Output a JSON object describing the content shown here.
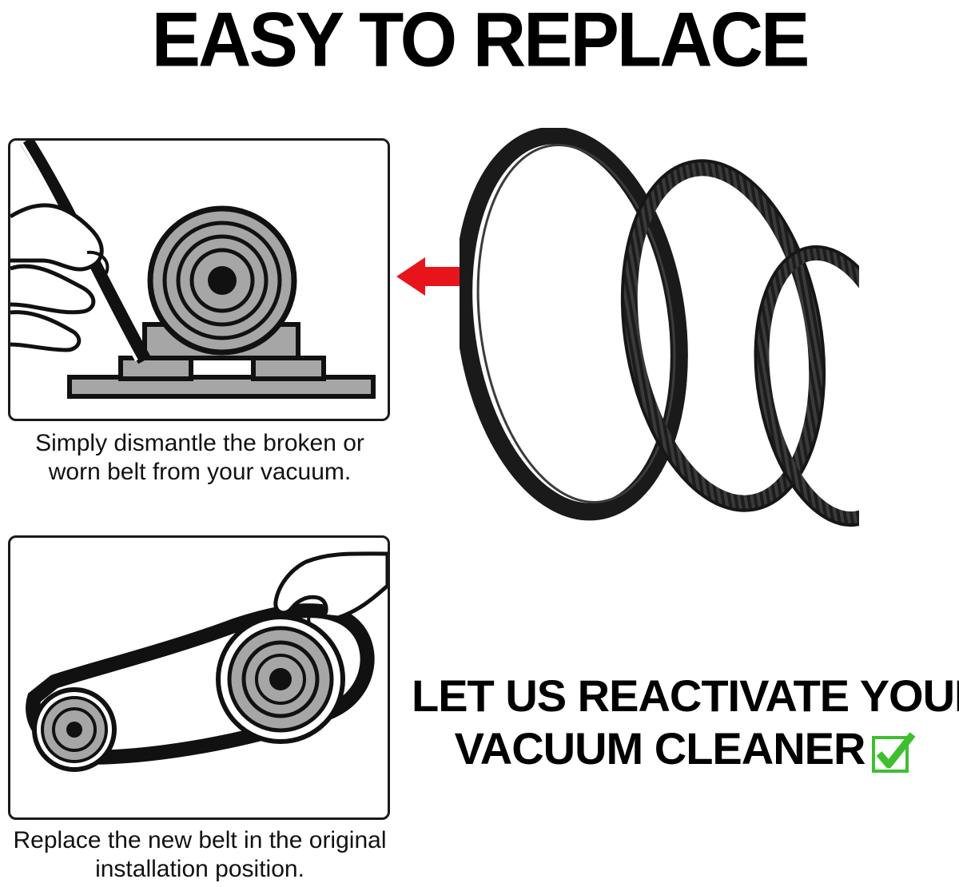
{
  "header": {
    "title": "EASY TO REPLACE"
  },
  "steps": [
    {
      "line1": "Simply dismantle the broken or",
      "line2": "worn belt from your vacuum."
    },
    {
      "line1": "Replace the new belt in the original",
      "line2": "installation position."
    }
  ],
  "slogan": {
    "line1": "LET US REACTIVATE YOUR",
    "line2": "VACUUM CLEANER"
  },
  "icons": {
    "arrow": "red-left-arrow-icon",
    "check": "green-checkbox-icon",
    "belts": "vacuum-belts"
  },
  "colors": {
    "arrow": "#e8141b",
    "check": "#3fbf2f",
    "pulley_gray": "#a6a6a6"
  }
}
